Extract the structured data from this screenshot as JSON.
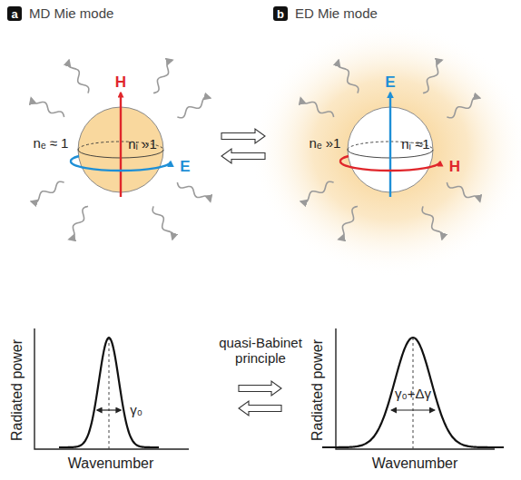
{
  "diagram": {
    "nodes": [
      {
        "text": [
          "a",
          "MD Mie mode"
        ]
      },
      {
        "text": [
          "nᵢ »1"
        ]
      },
      {
        "text": [
          "b",
          "ED Mie mode"
        ]
      },
      {
        "text": [
          "nᵢ ≈1"
        ]
      }
    ],
    "labels": [
      "H",
      "E",
      "nₑ ≈ 1",
      "E",
      "H",
      "nₑ »1",
      "quasi-Babinet principle",
      "Radiated power",
      "Wavenumber",
      "γ₀",
      "Radiated power",
      "Wavenumber",
      "γ₀+Δγ"
    ]
  }
}
